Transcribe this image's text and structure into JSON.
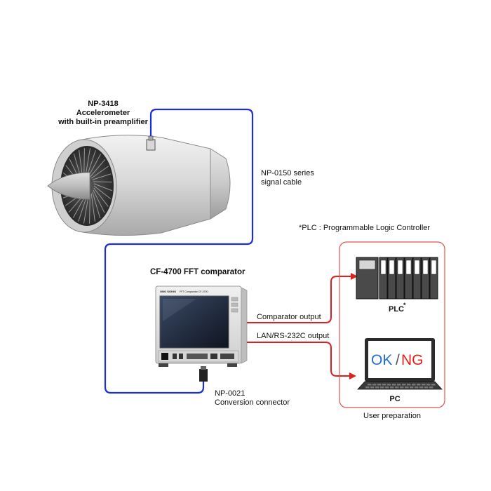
{
  "sensor": {
    "model": "NP-3418",
    "name": "Accelerometer",
    "feature": "with built-in preamplifier"
  },
  "cable": {
    "model": "NP-0150 series",
    "name": "signal cable"
  },
  "plc_note": "*PLC : Programmable Logic Controller",
  "analyzer": {
    "title": "CF-4700 FFT comparator",
    "brand": "ONO SOKKI",
    "panel_text": "FFT Comparator CF-4700"
  },
  "connector": {
    "model": "NP-0021",
    "name": "Conversion connector"
  },
  "outputs": {
    "comparator": "Comparator output",
    "lan": "LAN/RS-232C output"
  },
  "plc": {
    "label": "PLC",
    "mark": "*"
  },
  "pc": {
    "label": "PC",
    "screen_ok": "OK",
    "screen_sep": "/",
    "screen_ng": "NG"
  },
  "user_box_label": "User preparation",
  "colors": {
    "signal_cable": "#1a2fd6",
    "output_lines": "#e0201c",
    "box_border": "#e05050",
    "ok_text": "#1f6fd1",
    "ng_text": "#e0201c"
  }
}
